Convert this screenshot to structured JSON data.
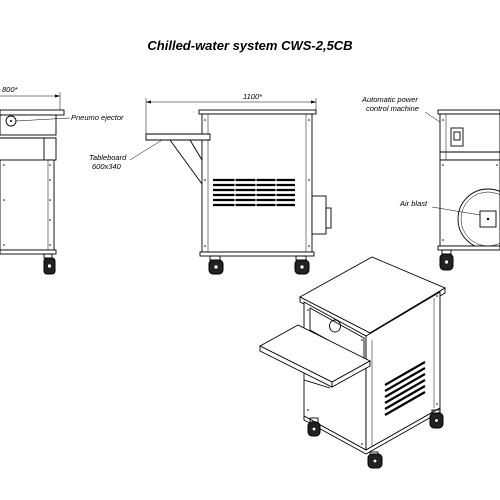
{
  "title": "Chilled-water system CWS-2,5CB",
  "labels": {
    "dim_width": "800*",
    "dim_length": "1100*",
    "pneumo_ejector": "Pneumo ejector",
    "tableboard_line1": "Tableboard",
    "tableboard_line2": "600x340",
    "power_line1": "Automatic power",
    "power_line2": "control machine",
    "air_blast": "Air blast"
  }
}
